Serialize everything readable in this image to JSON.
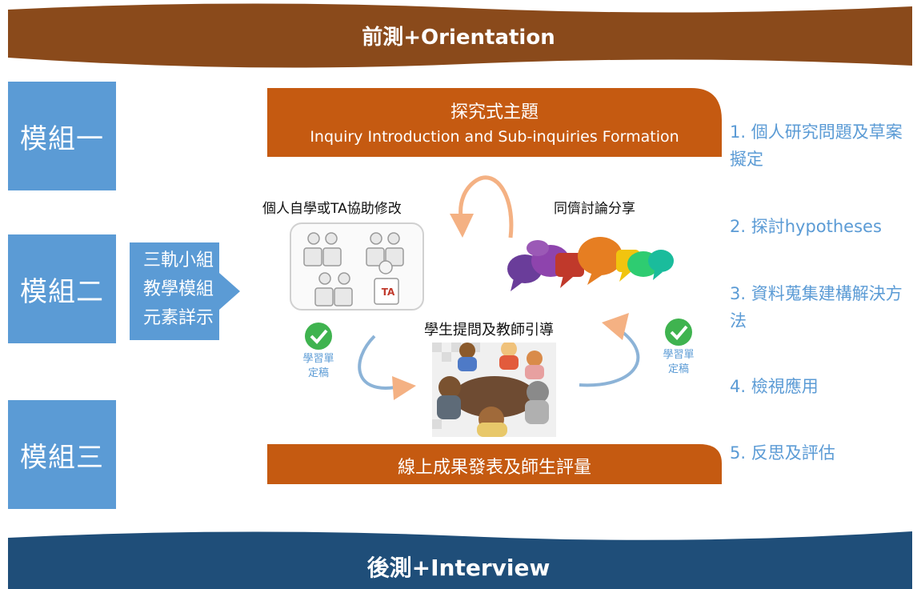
{
  "top_banner": "前測+Orientation",
  "bottom_banner": "後測+Interview",
  "modules": [
    "模組一",
    "模組二",
    "模組三"
  ],
  "track_callout": [
    "三軌小組",
    "教學模組",
    "元素詳示"
  ],
  "inquiry_tab": {
    "title": "探究式主題",
    "subtitle": "Inquiry Introduction and Sub-inquiries Formation"
  },
  "presentation_tab": "線上成果發表及師生評量",
  "labels": {
    "self_study": "個人自學或TA協助修改",
    "peer": "同儕討論分享",
    "guidance": "學生提問及教師引導",
    "ta_badge": "TA"
  },
  "worksheet_left": [
    "學習單",
    "定稿"
  ],
  "worksheet_right": [
    "學習單",
    "定稿"
  ],
  "steps": [
    "1. 個人研究問題及草案擬定",
    "2. 探討hypotheses",
    "3. 資料蒐集建構解決方法",
    "4. 檢視應用",
    "5. 反思及評估"
  ],
  "colors": {
    "brown": "#8a4a1b",
    "orange": "#c55a11",
    "blue": "#5b9bd5",
    "navy": "#1f4e79"
  }
}
